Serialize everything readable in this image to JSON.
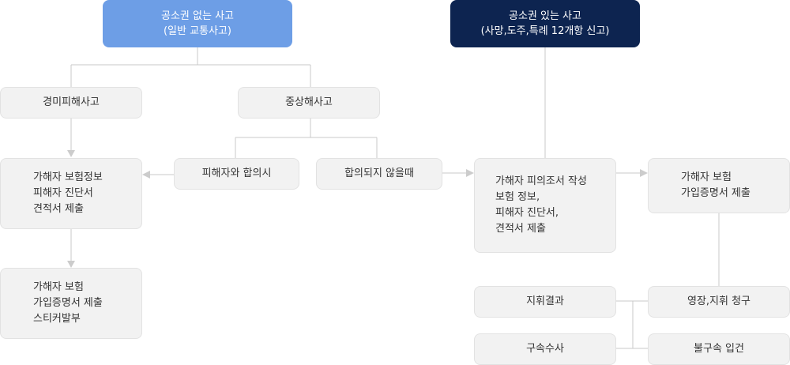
{
  "headers": {
    "no_indictment": "공소권 없는 사고\n(일반 교통사고)",
    "indictment": "공소권 있는 사고\n(사망,도주,특례 12개항 신고)"
  },
  "nodes": {
    "minor_injury": "경미피해사고",
    "serious_injury": "중상해사고",
    "agreement": "피해자와 합의시",
    "no_agreement": "합의되지 않을때",
    "docs_left": "가해자 보험정보\n피해자 진단서\n견적서 제출",
    "certificate_sticker": "가해자 보험\n가입증명서 제출\n스티커발부",
    "docs_right": "가해자 피의조서 작성\n보험 정보,\n피해자 진단서,\n견적서 제출",
    "certificate": "가해자 보험\n가입증명서 제출",
    "warrant_result": "지휘결과",
    "detention": "구속수사",
    "warrant_request": "영장,지휘 청구",
    "no_detention": "불구속 입건"
  },
  "colors": {
    "header_light": "#6d9ee6",
    "header_dark": "#0d2450",
    "node_bg": "#f2f2f2",
    "connector": "#c8c8c8",
    "arrow": "#cccccc"
  }
}
